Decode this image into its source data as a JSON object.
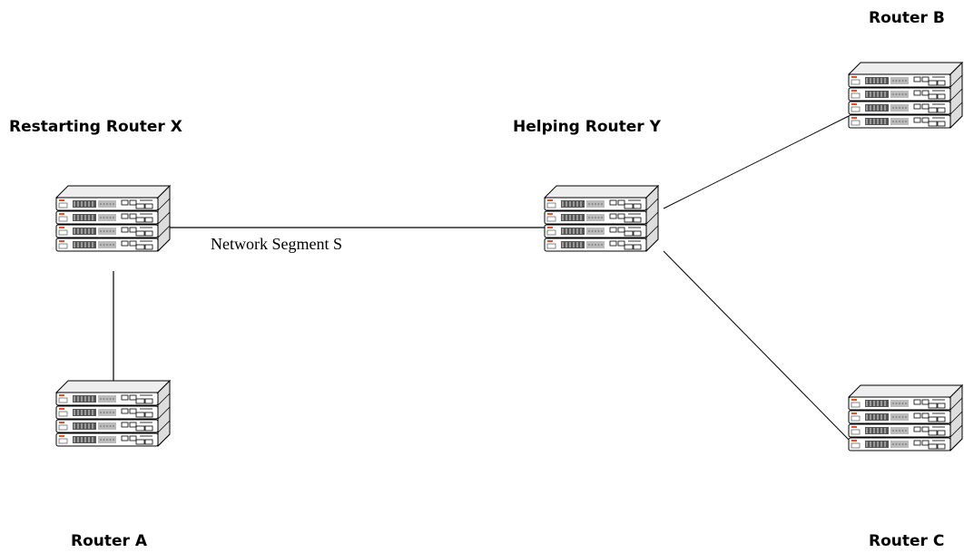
{
  "labels": {
    "router_x": "Restarting Router X",
    "router_y": "Helping Router Y",
    "router_a": "Router A",
    "router_b": "Router B",
    "router_c": "Router C",
    "segment": "Network Segment S"
  },
  "nodes": [
    {
      "id": "router-x"
    },
    {
      "id": "router-y"
    },
    {
      "id": "router-a"
    },
    {
      "id": "router-b"
    },
    {
      "id": "router-c"
    }
  ],
  "links": [
    {
      "from": "router-x",
      "to": "router-y"
    },
    {
      "from": "router-x",
      "to": "router-a"
    },
    {
      "from": "router-y",
      "to": "router-b"
    },
    {
      "from": "router-y",
      "to": "router-c"
    }
  ],
  "colors": {
    "line": "#000000",
    "unit_face": "#ffffff",
    "unit_top": "#eeeeee",
    "unit_side": "#dddddd",
    "accent": "#e8501f",
    "port": "#555555"
  }
}
